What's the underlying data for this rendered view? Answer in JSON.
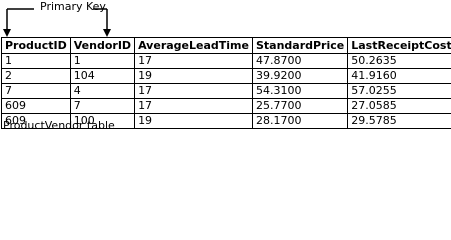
{
  "annotation": {
    "label": "Primary Key"
  },
  "table": {
    "columns": [
      "ProductID",
      "VendorID",
      "AverageLeadTime",
      "StandardPrice",
      "LastReceiptCost"
    ],
    "rows": [
      [
        "1",
        "1",
        "17",
        "47.8700",
        "50.2635"
      ],
      [
        "2",
        "104",
        "19",
        "39.9200",
        "41.9160"
      ],
      [
        "7",
        "4",
        "17",
        "54.3100",
        "57.0255"
      ],
      [
        "609",
        "7",
        "17",
        "25.7700",
        "27.0585"
      ],
      [
        "609",
        "100",
        "19",
        "28.1700",
        "29.5785"
      ]
    ]
  },
  "caption": "ProductVendor table"
}
